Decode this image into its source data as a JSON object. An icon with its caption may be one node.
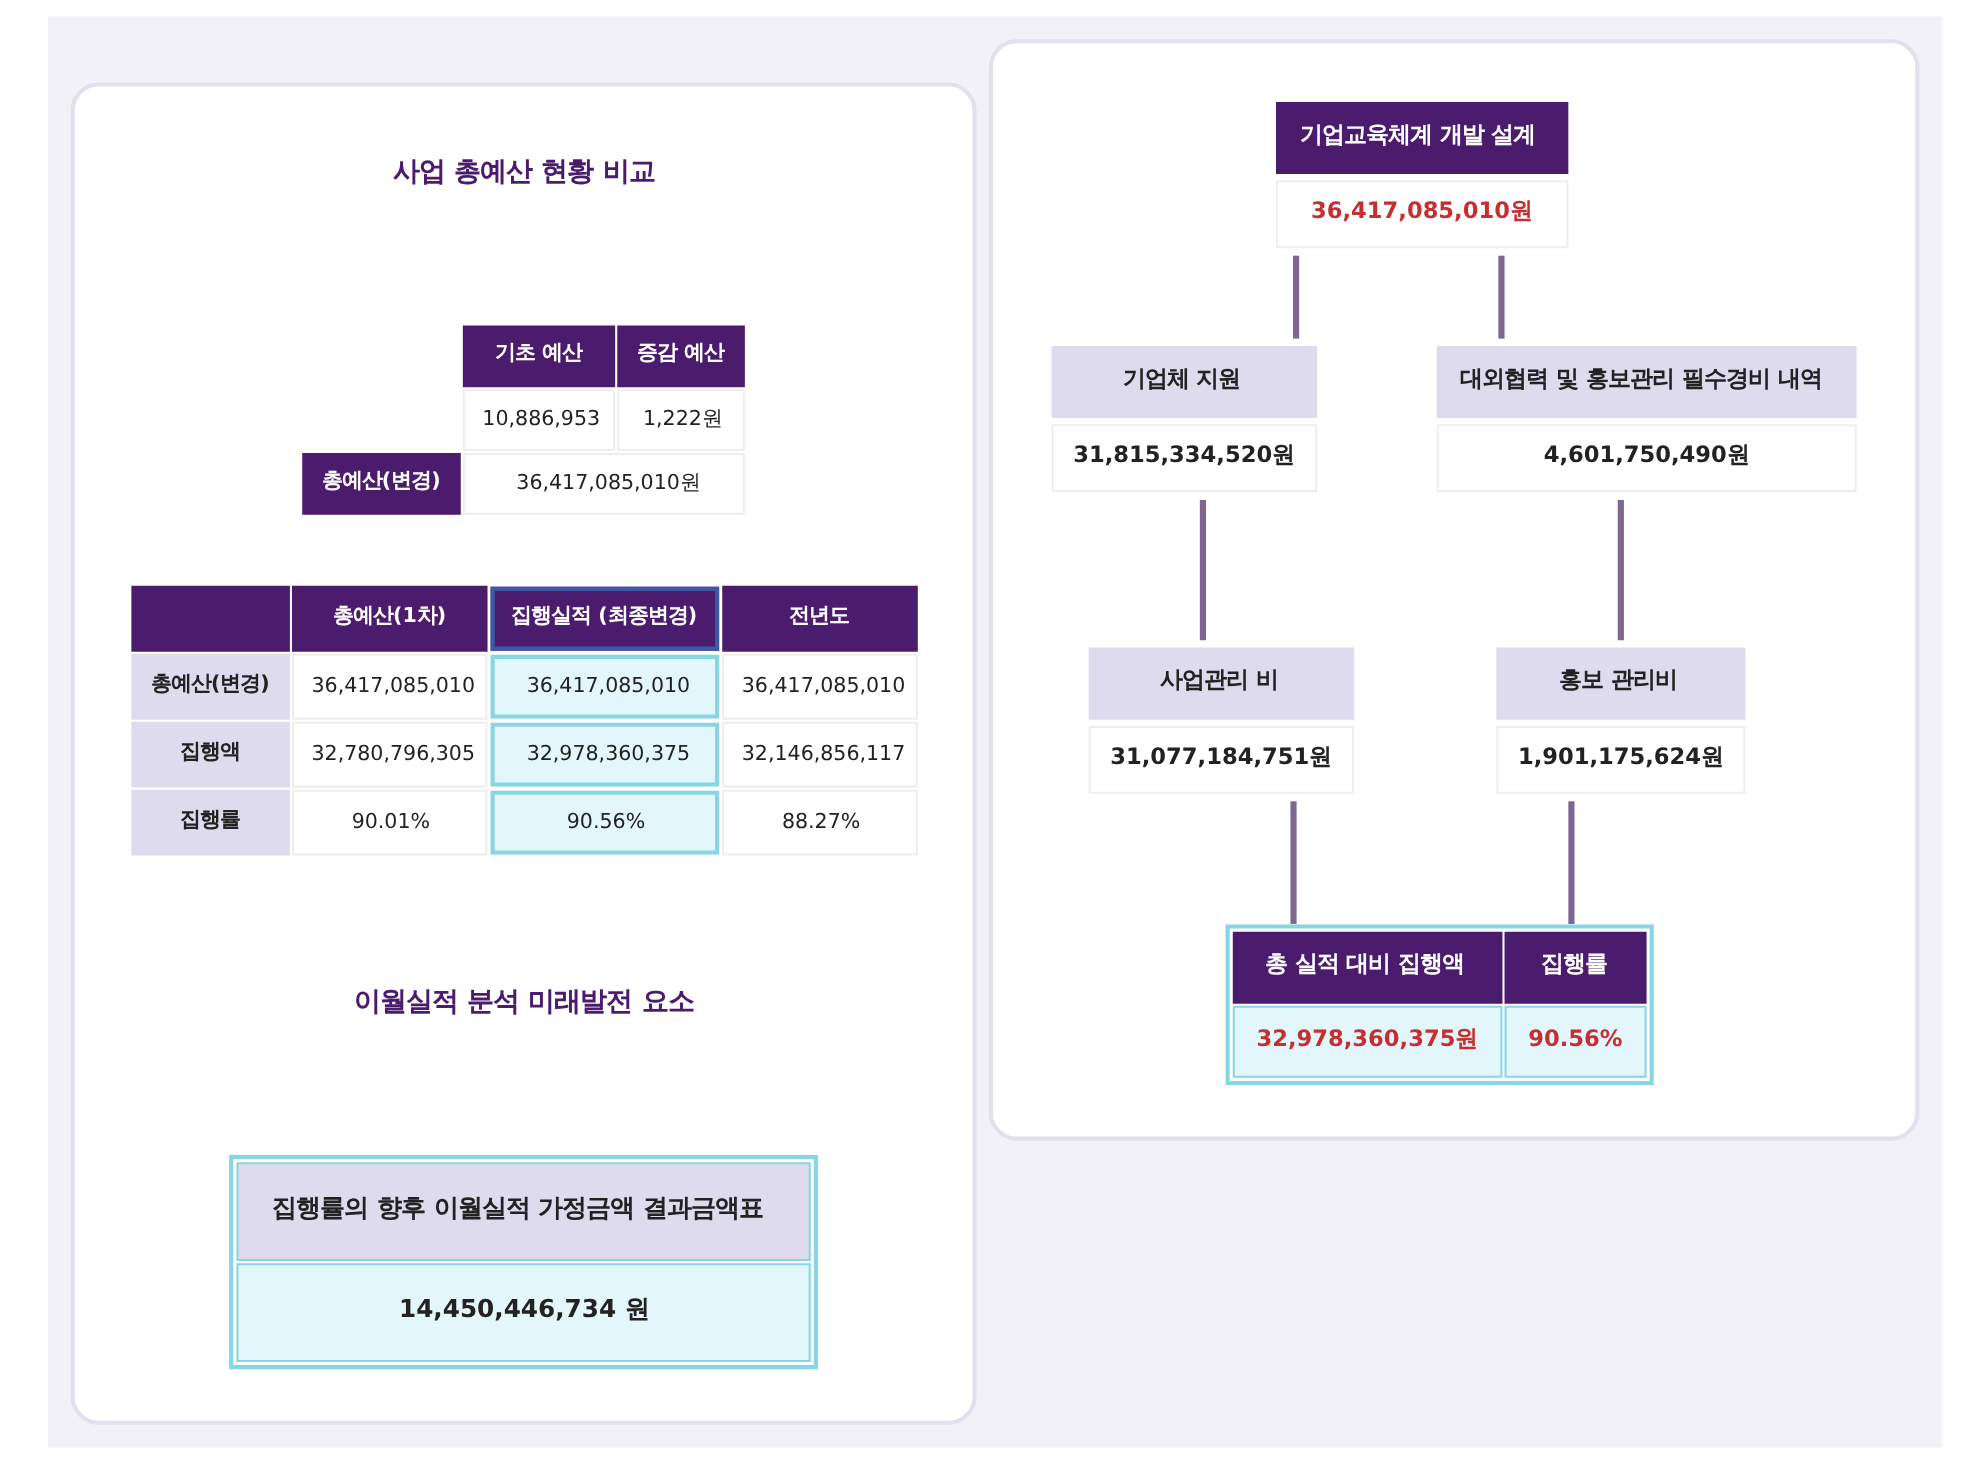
{
  "diagram": {
    "nodes": [
      {
        "text": [],
        "shape": "box"
      },
      {
        "text": [
          "집행률의 향후 이월실적 가정금액 결과금액표",
          "14,450,446,734 원"
        ],
        "in": 0
      },
      {
        "text": [],
        "shape": "box"
      },
      {
        "text": [
          "기업교육체계 개발 설계",
          "36,417,085,010원"
        ],
        "in": 2
      },
      {
        "text": [
          "기업체 지원",
          "31,815,334,520원"
        ],
        "in": 2
      },
      {
        "text": [
          "대외협력 및 홍보관리 필수경비 내역",
          "4,601,750,490원"
        ],
        "in": 2
      },
      {
        "text": [
          "사업관리 비",
          "31,077,184,751원"
        ],
        "in": 2
      },
      {
        "text": [
          "홍보 관리비",
          "1,901,175,624원"
        ],
        "in": 2
      },
      {
        "text": [
          "총 실적 대비 집행액",
          "집행률",
          "32,978,360,375원",
          "90.56%"
        ],
        "in": 2
      }
    ],
    "edges": [
      {
        "from": 3,
        "to": 4,
        "arrow": "none"
      },
      {
        "from": 3,
        "to": 5,
        "arrow": "none"
      },
      {
        "from": 4,
        "to": 6,
        "arrow": "none"
      },
      {
        "from": 5,
        "to": 7,
        "arrow": "none"
      },
      {
        "from": 6,
        "to": 8,
        "arrow": "none"
      },
      {
        "from": 7,
        "to": 8,
        "arrow": "none"
      }
    ],
    "labels": [
      "사업 총예산 현황 비교",
      "기초 예산",
      "증감 예산",
      "10,886,953",
      "1,222원",
      "총예산(변경)",
      "36,417,085,010원",
      "총예산(1차)",
      "집행실적 (최종변경)",
      "전년도",
      "총예산(변경)",
      "36,417,085,010",
      "36,417,085,010",
      "36,417,085,010",
      "집행액",
      "32,780,796,305",
      "32,978,360,375",
      "32,146,856,117",
      "집행률",
      "90.01%",
      "90.56%",
      "88.27%",
      "이월실적 분석 미래발전 요소"
    ]
  }
}
